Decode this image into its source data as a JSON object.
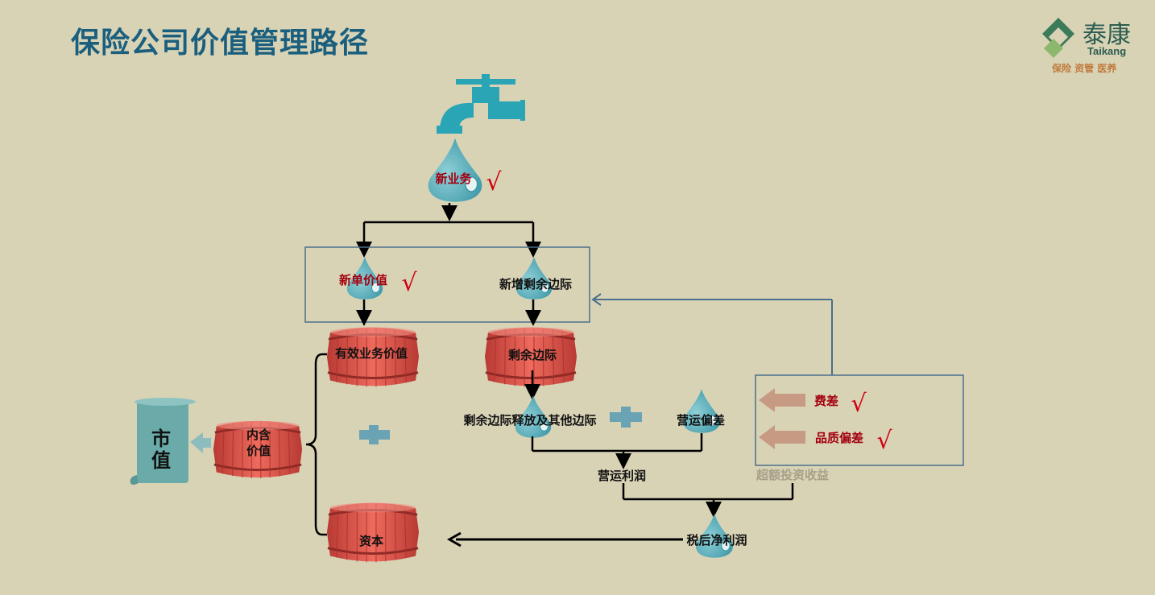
{
  "title": "保险公司价值管理路径",
  "logo": {
    "name": "泰康",
    "sub": "Taikang",
    "tagline": "保险  资管  医养"
  },
  "nodes": {
    "new_business": "新业务",
    "new_policy_value": "新单价值",
    "new_surplus_margin": "新增剩余边际",
    "effective_business_value": "有效业务价值",
    "surplus_margin": "剩余边际",
    "margin_release": "剩余边际释放及其他边际",
    "operating_deviation": "营运偏差",
    "operating_profit": "营运利润",
    "excess_investment_return": "超额投资收益",
    "net_profit": "税后净利润",
    "capital": "资本",
    "intrinsic_value_line1": "内含",
    "intrinsic_value_line2": "价值",
    "market_value_line1": "市",
    "market_value_line2": "值",
    "expense_variance": "费差",
    "quality_variance": "品质偏差"
  },
  "check_mark": "√",
  "colors": {
    "title": "#1b5f7e",
    "background": "#d9d3b6",
    "drop": "#4fa6b3",
    "barrel": "#d9574c",
    "box_border": "#4b6f8c",
    "check": "#d00010",
    "scroll": "#6aaaa8",
    "plus": "#6aa3b3",
    "arrow_brown": "#c79a83"
  }
}
